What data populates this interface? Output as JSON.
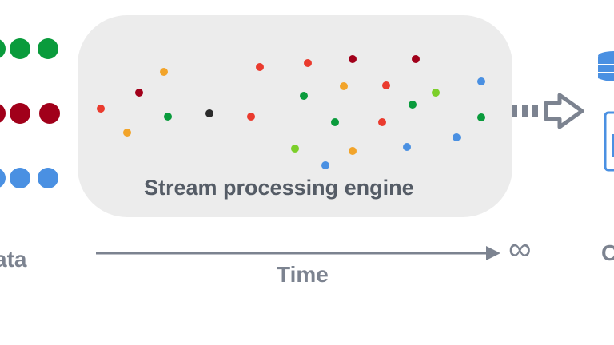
{
  "labels": {
    "engine": "Stream processing engine",
    "time": "Time",
    "infinity": "∞",
    "input_partial": "ata",
    "output_partial": "O"
  },
  "colors": {
    "green": "#0a9b3c",
    "darkred": "#a1001a",
    "blue": "#4a90e2",
    "red": "#ea3b2e",
    "orange": "#f2a42a",
    "lightgreen": "#7ccf2a",
    "black": "#2b2b2b",
    "gray": "#7c8390",
    "engine_fill": "#ececec"
  },
  "icons": [
    "database-icon",
    "document-icon",
    "arrow-right-icon",
    "infinity-icon"
  ],
  "input_streams": [
    {
      "color": "green",
      "count": 3
    },
    {
      "color": "darkred",
      "count": 3
    },
    {
      "color": "blue",
      "count": 3
    }
  ]
}
